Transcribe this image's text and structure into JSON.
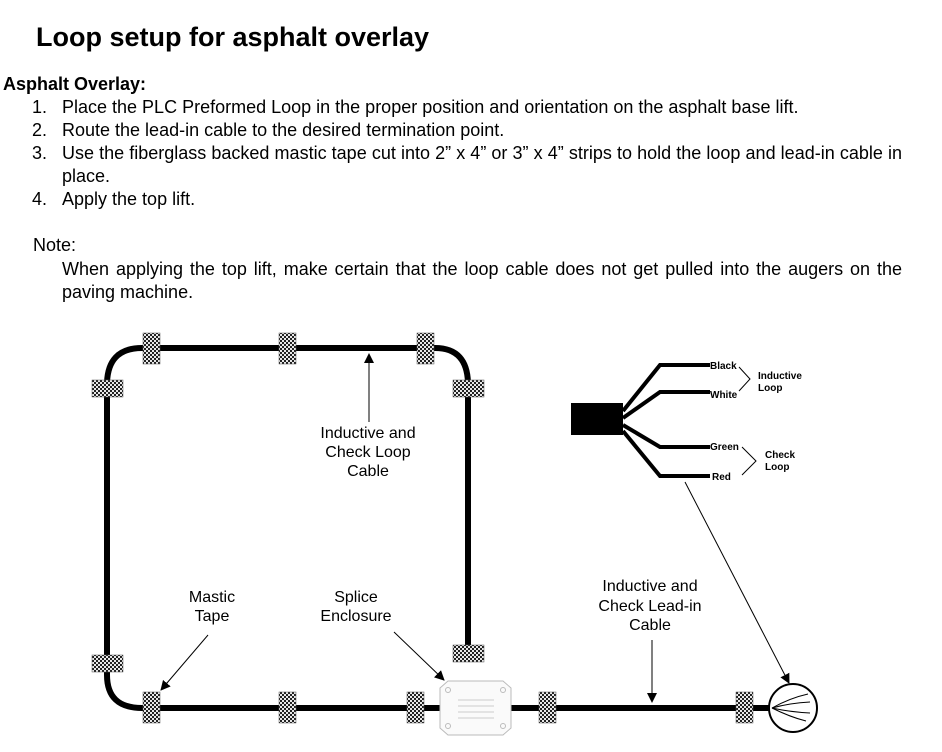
{
  "title": "Loop setup for asphalt overlay",
  "section_heading": "Asphalt Overlay:",
  "steps": [
    {
      "num": "1.",
      "text": "Place the PLC Preformed Loop in the proper position and orientation on the asphalt base lift."
    },
    {
      "num": "2.",
      "text": "Route the lead-in cable to the desired termination point."
    },
    {
      "num": "3.",
      "text": "Use the fiberglass backed mastic tape cut into 2” x 4” or 3” x 4” strips to hold the loop and lead-in cable in place."
    },
    {
      "num": "4.",
      "text": "Apply the top lift."
    }
  ],
  "note": {
    "label": "Note:",
    "text": "When applying the top lift, make certain that the loop cable does not get pulled into the augers on the paving machine."
  },
  "diagram": {
    "loop_cable_label": [
      "Inductive and",
      "Check Loop",
      "Cable"
    ],
    "mastic_tape_label": [
      "Mastic",
      "Tape"
    ],
    "splice_label": [
      "Splice",
      "Enclosure"
    ],
    "leadin_label": [
      "Inductive and",
      "Check Lead-in",
      "Cable"
    ],
    "wires": {
      "black": "Black",
      "white": "White",
      "green": "Green",
      "red": "Red"
    },
    "inductive_loop_label": [
      "Inductive",
      "Loop"
    ],
    "check_loop_label": [
      "Check",
      "Loop"
    ]
  }
}
